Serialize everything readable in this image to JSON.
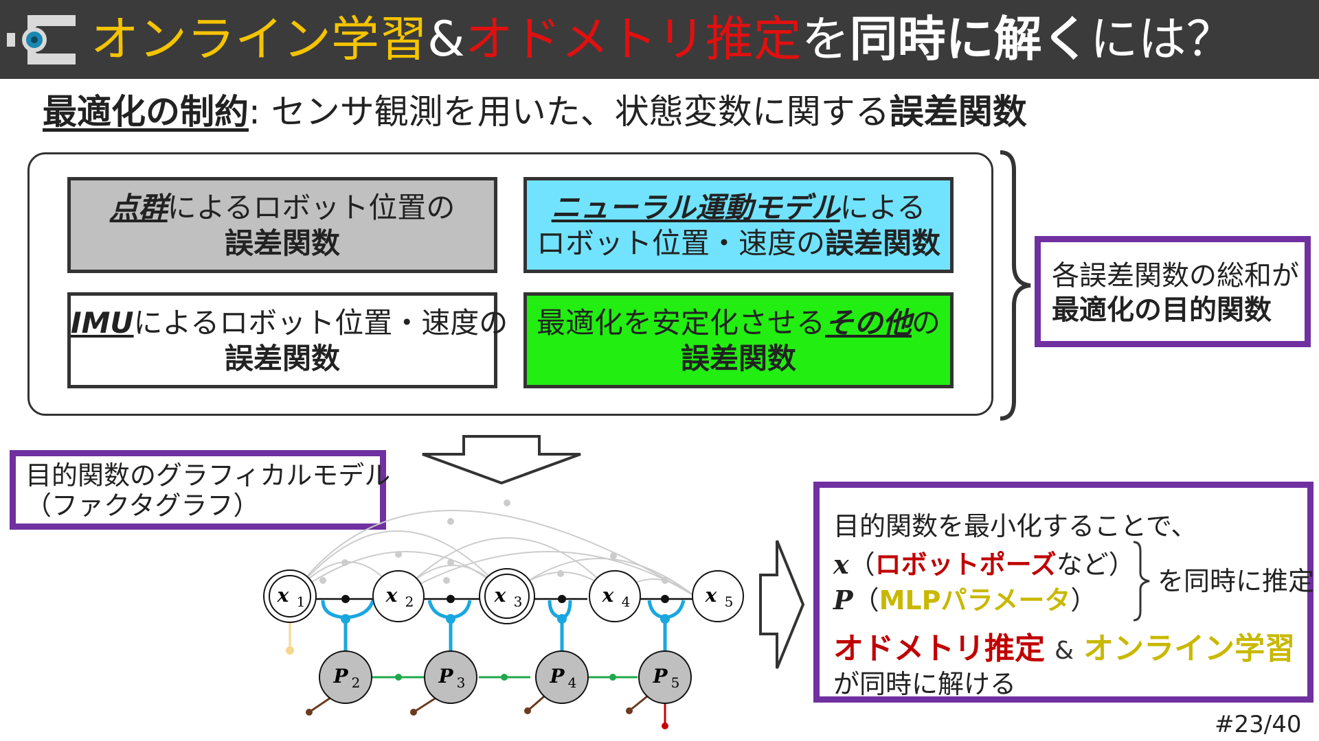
{
  "header": {
    "title_part1": "オンライン学習",
    "title_part2": "&",
    "title_part3": "オドメトリ推定",
    "title_part4": "を",
    "title_part5": "同時に解く",
    "title_part6": "には？",
    "colors": {
      "background": "#3b3b3b",
      "yellow": "#f5c400",
      "red": "#e01010",
      "white": "#ffffff"
    },
    "logo_icon": "camera-gear-logo-icon"
  },
  "subtitle": {
    "lead": "最適化の制約",
    "middle": ": センサ観測を用いた、状態変数に関する",
    "tail": "誤差関数"
  },
  "constraints": {
    "point_cloud": {
      "keyword": "点群",
      "rest": "によるロボット位置の",
      "line2": "誤差関数",
      "color": "#c0c0c0"
    },
    "neural": {
      "keyword": "ニューラル運動モデル",
      "rest": "による",
      "line2_plain": "ロボット位置・速度の",
      "line2_bold": "誤差関数",
      "color": "#72e3ff"
    },
    "imu": {
      "keyword": "IMU",
      "rest": "によるロボット位置・速度の",
      "line2": "誤差関数",
      "color": "#ffffff"
    },
    "other": {
      "pre": "最適化を安定化させる",
      "keyword": "その他",
      "post": "の",
      "line2": "誤差関数",
      "color": "#22ee11"
    }
  },
  "sum_box": {
    "line1": "各誤差関数の総和が",
    "line2": "最適化の目的関数",
    "border_color": "#7030a0"
  },
  "factor_graph_label": {
    "line1": "目的関数のグラフィカルモデル",
    "line2": "（ファクタグラフ）"
  },
  "graph": {
    "state_nodes": [
      "x",
      "x",
      "x",
      "x",
      "x"
    ],
    "state_subs": [
      "1",
      "2",
      "3",
      "4",
      "5"
    ],
    "param_nodes": [
      "P",
      "P",
      "P",
      "P"
    ],
    "param_subs": [
      "2",
      "3",
      "4",
      "5"
    ],
    "colors": {
      "imu_factor": "#1aa7e0",
      "param_link": "#1ea84a",
      "loop_edge": "#cccccc",
      "prior_odo": "#f5d78e",
      "prior_param": "#6b3a1f",
      "prior_red": "#cc0000"
    }
  },
  "result": {
    "intro": "目的関数を最小化することで、",
    "x_var": "x",
    "x_open": "（",
    "x_label": "ロボットポーズ",
    "x_close": "など）",
    "p_var": "P",
    "p_open": "（",
    "p_label": "MLPパラメータ",
    "p_close": "）",
    "simultaneous": "を同時に推定",
    "main_red": "オドメトリ推定",
    "main_amp": "&",
    "main_olive": "オンライン学習",
    "sub": "が同時に解ける"
  },
  "page_number": "#23/40"
}
